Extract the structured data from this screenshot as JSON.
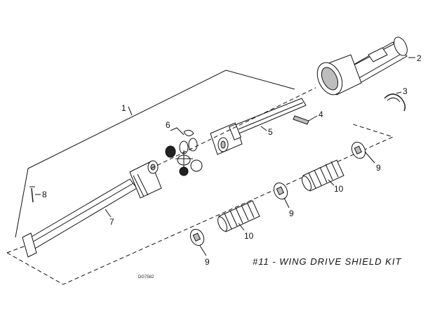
{
  "diagram": {
    "kit_title": "#11 - WING DRIVE SHIELD KIT",
    "drawing_code": "DG7582",
    "callouts": {
      "c1": "1",
      "c2": "2",
      "c3": "3",
      "c4": "4",
      "c5": "5",
      "c6": "6",
      "c7": "7",
      "c8": "8",
      "c9a": "9",
      "c9b": "9",
      "c9c": "9",
      "c10a": "10",
      "c10b": "10"
    }
  }
}
